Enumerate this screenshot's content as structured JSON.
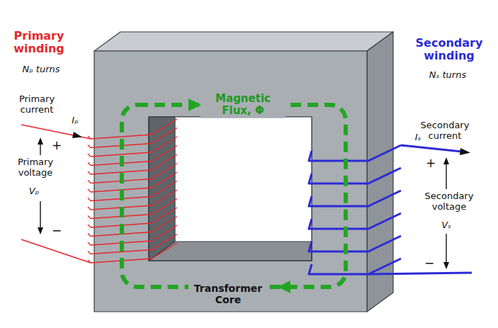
{
  "diagram": {
    "labels": [
      "Primary winding",
      "Nₚ turns",
      "Primary current",
      "Iₚ",
      "+",
      "Primary voltage",
      "Vₚ",
      "−",
      "Magnetic Flux, Φ",
      "Transformer Core",
      "Secondary winding",
      "Nₛ turns",
      "Secondary current",
      "Iₛ",
      "+",
      "Secondary voltage",
      "Vₛ",
      "−"
    ]
  }
}
